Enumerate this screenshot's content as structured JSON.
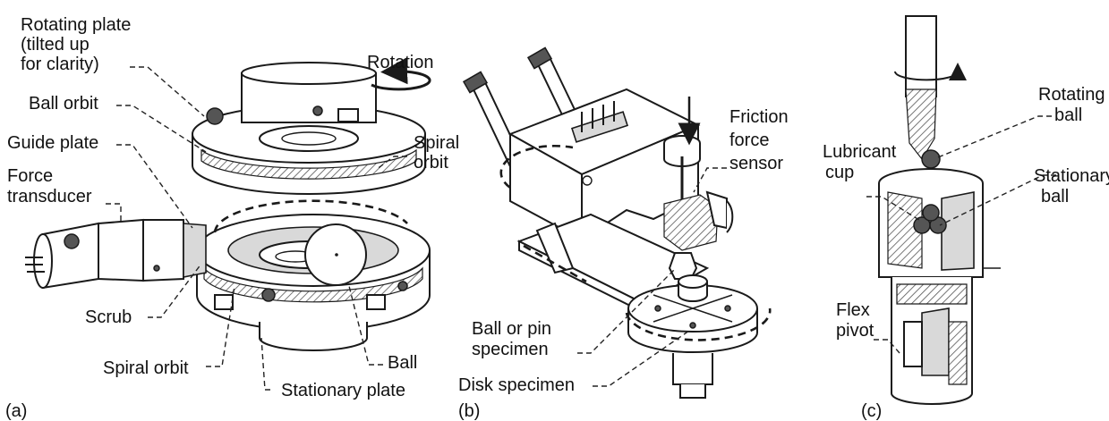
{
  "panel_a": {
    "tag": "(a)",
    "rotating_plate": [
      "Rotating plate",
      "(tilted up",
      "for clarity)"
    ],
    "rotation": "Rotation",
    "ball_orbit": "Ball orbit",
    "spiral_orbit_top": [
      "Spiral",
      "orbit"
    ],
    "guide_plate": "Guide plate",
    "force_transducer": [
      "Force",
      "transducer"
    ],
    "scrub": "Scrub",
    "spiral_orbit_bottom": "Spiral orbit",
    "ball": "Ball",
    "stationary_plate": "Stationary plate"
  },
  "panel_b": {
    "tag": "(b)",
    "friction_sensor": [
      "Friction",
      "force",
      "sensor"
    ],
    "ball_or_pin": [
      "Ball or pin",
      "specimen"
    ],
    "disk_specimen": "Disk specimen"
  },
  "panel_c": {
    "tag": "(c)",
    "rotating_ball": [
      "Rotating",
      "ball"
    ],
    "lubricant_cup": [
      "Lubricant",
      "cup"
    ],
    "stationary_ball": [
      "Stationary",
      "ball"
    ],
    "flex_pivot": [
      "Flex",
      "pivot"
    ]
  }
}
